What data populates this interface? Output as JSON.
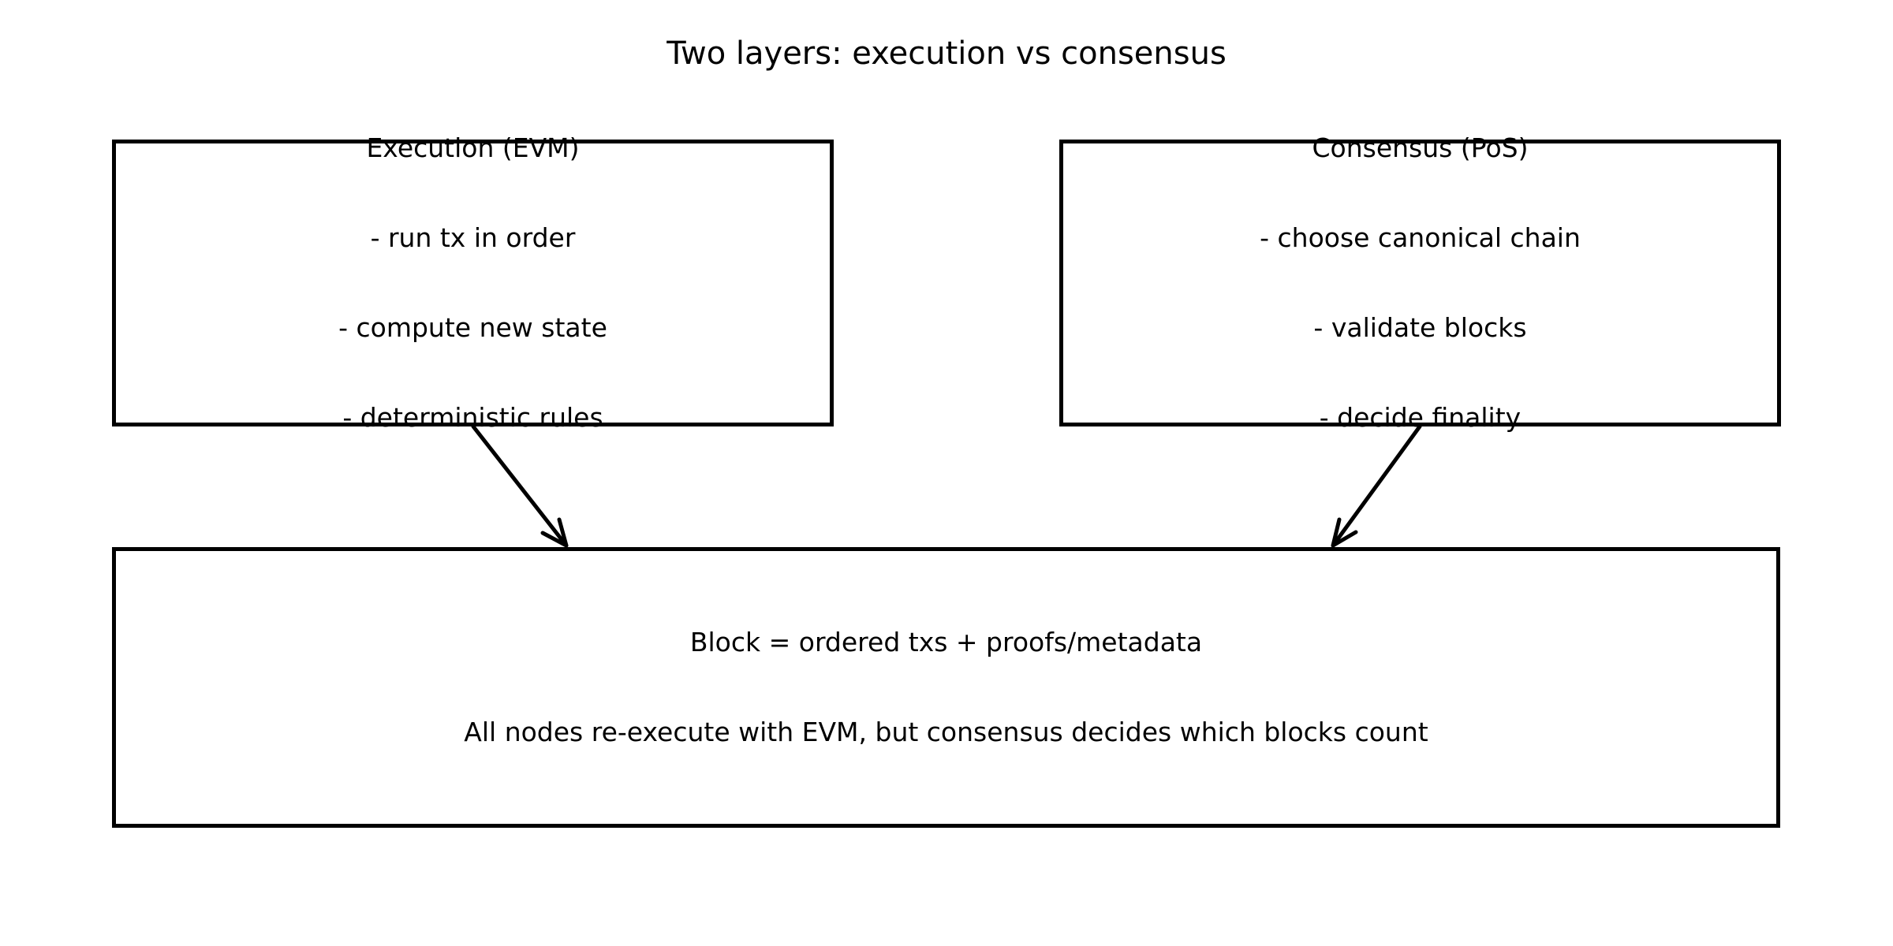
{
  "title": "Two layers: execution vs consensus",
  "colors": {
    "ink": "#000000",
    "background": "#ffffff"
  },
  "boxes": {
    "execution": {
      "lines": [
        "Execution (EVM)",
        "- run tx in order",
        "- compute new state",
        "- deterministic rules"
      ]
    },
    "consensus": {
      "lines": [
        "Consensus (PoS)",
        "- choose canonical chain",
        "- validate blocks",
        "- decide finality"
      ]
    },
    "block": {
      "lines": [
        "Block = ordered txs + proofs/metadata",
        "All nodes re-execute with EVM, but consensus decides which blocks count"
      ]
    }
  },
  "arrows": [
    {
      "name": "execution-to-block"
    },
    {
      "name": "consensus-to-block"
    }
  ]
}
